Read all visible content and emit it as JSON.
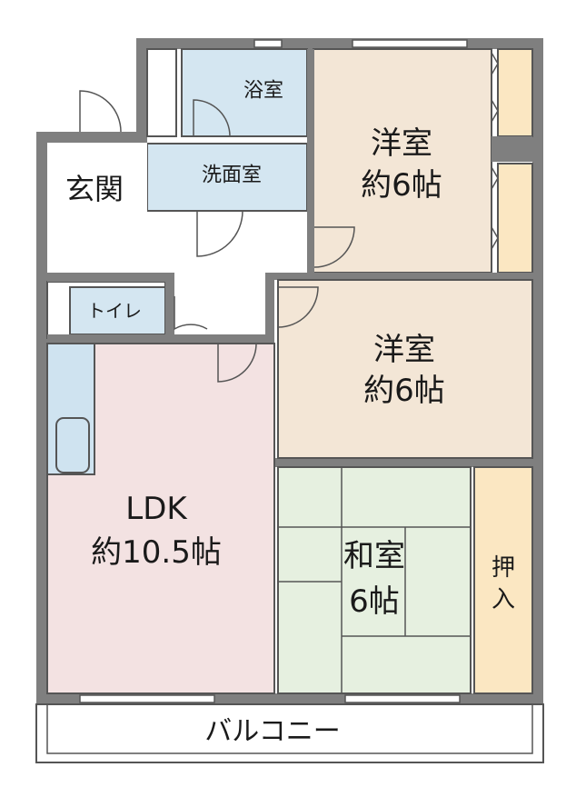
{
  "rooms": {
    "bath": {
      "label": "浴室",
      "color": "#d4e6f1"
    },
    "washroom": {
      "label": "洗面室",
      "color": "#d4e6f1"
    },
    "entrance": {
      "label": "玄関"
    },
    "toilet": {
      "label": "トイレ",
      "color": "#d4e6f1"
    },
    "western1": {
      "label": "洋室",
      "size": "約6帖",
      "color": "#f3e6d6"
    },
    "western2": {
      "label": "洋室",
      "size": "約6帖",
      "color": "#f3e6d6"
    },
    "ldk": {
      "label": "LDK",
      "size": "約10.5帖",
      "color": "#f3e2e2"
    },
    "washitsu": {
      "label": "和室",
      "size": "6帖",
      "color": "#e6f0e0"
    },
    "closet": {
      "label_line1": "押",
      "label_line2": "入",
      "color": "#fbe7c2"
    },
    "balcony": {
      "label": "バルコニー"
    }
  },
  "colors": {
    "wall": "#7f7f7f",
    "line": "#555555",
    "storage": "#fbe7c2",
    "kitchen": "#cfe3f0"
  }
}
